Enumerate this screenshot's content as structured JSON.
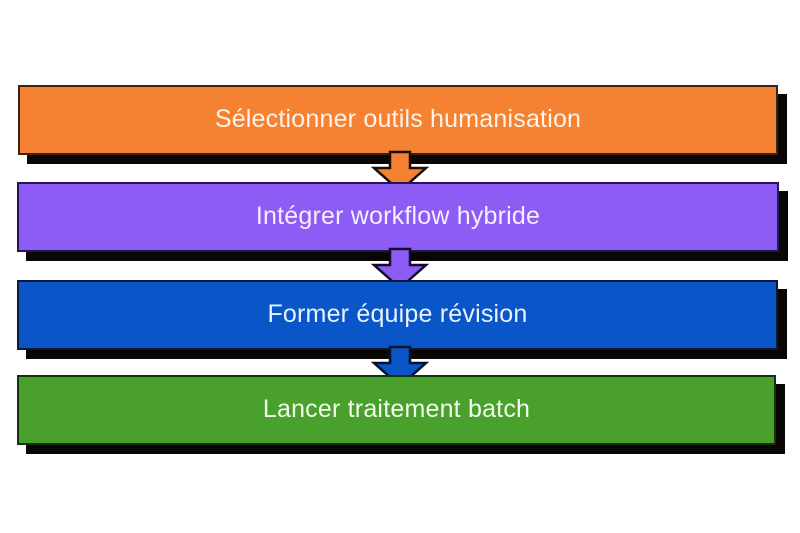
{
  "diagram": {
    "type": "flowchart",
    "orientation": "vertical-top-down",
    "title": "",
    "background_color": "#ffffff",
    "shadow_color": "#0a0604",
    "steps": [
      {
        "index": 1,
        "label": "Sélectionner outils humanisation",
        "fill_color": "#f58233",
        "border_color": "#3a2414",
        "text_color": "#fdf3ea",
        "icon": "process-box"
      },
      {
        "index": 2,
        "label": "Intégrer workflow hybride",
        "fill_color": "#8c5cf5",
        "border_color": "#231656",
        "text_color": "#f4eeff",
        "icon": "process-box"
      },
      {
        "index": 3,
        "label": "Former équipe révision",
        "fill_color": "#0a55c8",
        "border_color": "#0b1a3a",
        "text_color": "#e7f4ff",
        "icon": "process-box"
      },
      {
        "index": 4,
        "label": "Lancer traitement batch",
        "fill_color": "#4aa02c",
        "border_color": "#12330b",
        "text_color": "#f0fbe9",
        "icon": "process-box"
      }
    ],
    "connectors": [
      {
        "index": 1,
        "from": "Sélectionner outils humanisation",
        "to": "Intégrer workflow hybride",
        "icon": "arrow-down-icon",
        "fill_color": "#f58233",
        "border_color": "#1a0f06"
      },
      {
        "index": 2,
        "from": "Intégrer workflow hybride",
        "to": "Former équipe révision",
        "icon": "arrow-down-icon",
        "fill_color": "#8c5cf5",
        "border_color": "#120a2e"
      },
      {
        "index": 3,
        "from": "Former équipe révision",
        "to": "Lancer traitement batch",
        "icon": "arrow-down-icon",
        "fill_color": "#0a55c8",
        "border_color": "#06132b"
      }
    ]
  }
}
